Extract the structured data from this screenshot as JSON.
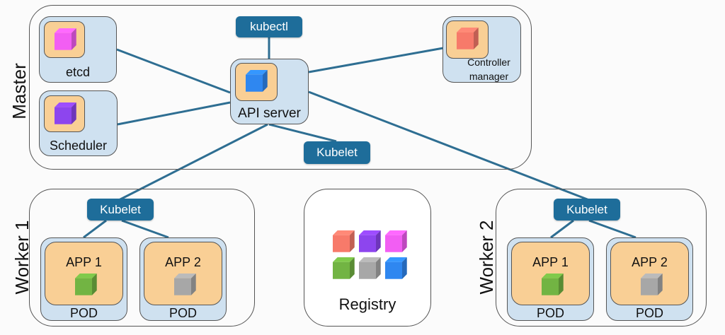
{
  "master": {
    "label": "Master",
    "components": {
      "etcd": {
        "label": "etcd",
        "cube_color": "#f25ef3"
      },
      "scheduler": {
        "label": "Scheduler",
        "cube_color": "#8d45ee"
      },
      "api_server": {
        "label": "API server",
        "cube_color": "#2f87f0"
      },
      "controller_manager": {
        "label_line1": "Controller",
        "label_line2": "manager",
        "cube_color": "#f77a6a"
      }
    },
    "kubectl": "kubectl",
    "kubelet": "Kubelet"
  },
  "worker1": {
    "label": "Worker 1",
    "kubelet": "Kubelet",
    "pods": [
      {
        "app": "APP 1",
        "pod": "POD",
        "cube_color": "#72b443"
      },
      {
        "app": "APP 2",
        "pod": "POD",
        "cube_color": "#a7a7a7"
      }
    ]
  },
  "registry": {
    "label": "Registry",
    "cubes": [
      "#f77a6a",
      "#8d45ee",
      "#f25ef3",
      "#72b443",
      "#a7a7a7",
      "#2f87f0"
    ]
  },
  "worker2": {
    "label": "Worker 2",
    "kubelet": "Kubelet",
    "pods": [
      {
        "app": "APP 1",
        "pod": "POD",
        "cube_color": "#72b443"
      },
      {
        "app": "APP 2",
        "pod": "POD",
        "cube_color": "#a7a7a7"
      }
    ]
  },
  "colors": {
    "line": "#2e6e92",
    "tag": "#1e6d9a"
  }
}
